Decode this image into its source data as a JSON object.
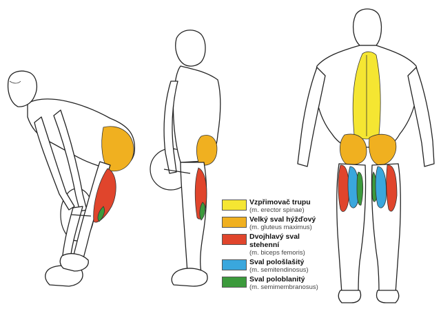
{
  "colors": {
    "erector": "#f5e632",
    "gluteus": "#f0b020",
    "biceps_femoris": "#e0452c",
    "semitendinosus": "#3aa7dd",
    "semimembranosus": "#3c9a3c"
  },
  "legend": [
    {
      "name": "Vzpřimovač trupu",
      "latin": "(m. erector spinae)",
      "color_key": "erector"
    },
    {
      "name": "Velký sval hýžďový",
      "latin": "(m. gluteus maximus)",
      "color_key": "gluteus"
    },
    {
      "name": "Dvojhlavý sval stehenní",
      "latin": "(m. biceps femoris)",
      "color_key": "biceps_femoris"
    },
    {
      "name": "Sval pološlašitý",
      "latin": "(m. semitendinosus)",
      "color_key": "semitendinosus"
    },
    {
      "name": "Sval poloblanitý",
      "latin": "(m. semimembranosus)",
      "color_key": "semimembranosus"
    }
  ]
}
